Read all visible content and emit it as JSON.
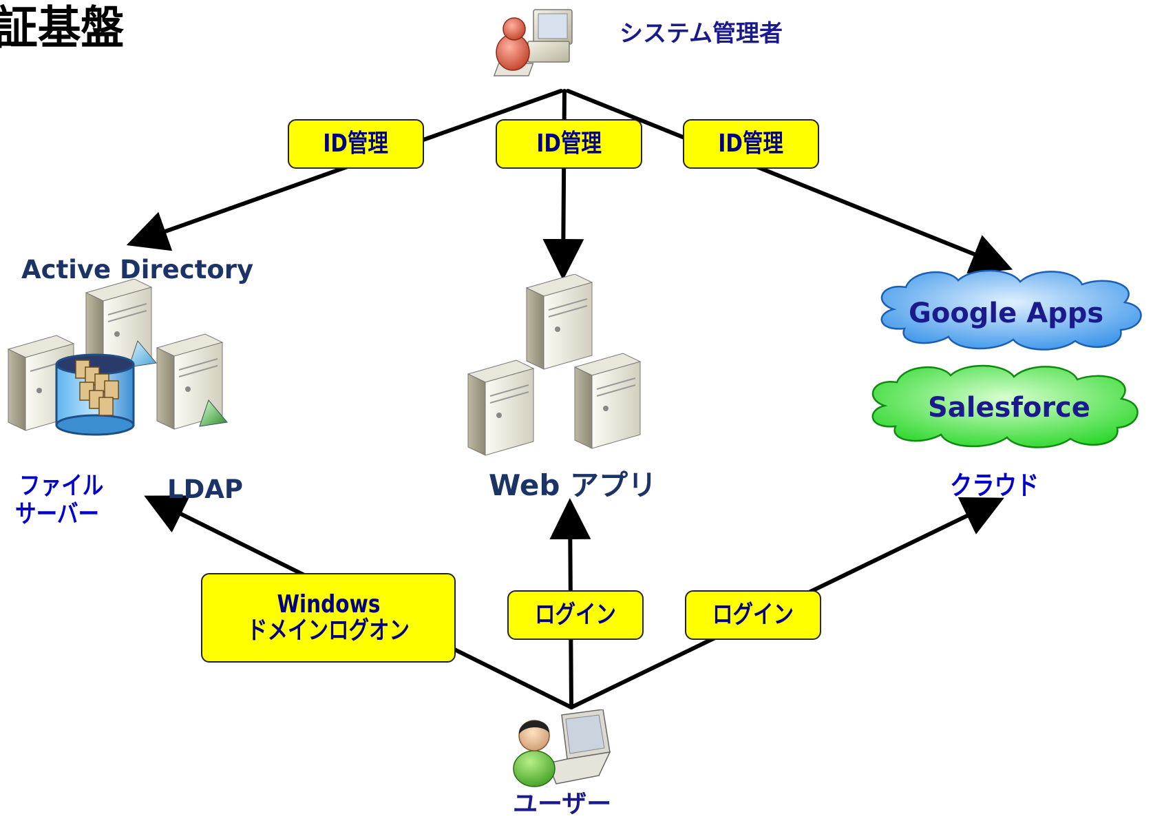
{
  "title_fragment": "証基盤",
  "admin": {
    "label": "システム管理者"
  },
  "user": {
    "label": "ユーザー"
  },
  "id_boxes": [
    {
      "label": "ID管理"
    },
    {
      "label": "ID管理"
    },
    {
      "label": "ID管理"
    }
  ],
  "login_boxes": {
    "windows": {
      "line1": "Windows",
      "line2": "ドメインログオン"
    },
    "web": {
      "label": "ログイン"
    },
    "cloud": {
      "label": "ログイン"
    }
  },
  "active_directory": {
    "title": "Active Directory",
    "file_server": {
      "line1": "ファイル",
      "line2": "サーバー"
    },
    "ldap": "LDAP"
  },
  "web_app": {
    "label": "Web アプリ"
  },
  "cloud": {
    "label": "クラウド",
    "services": [
      {
        "name": "Google Apps",
        "color": "#3d9cf0"
      },
      {
        "name": "Salesforce",
        "color": "#22dd22"
      }
    ]
  },
  "colors": {
    "box_fill": "#ffff00",
    "box_text": "#000080",
    "label_navy": "#1b3366",
    "cloud_text": "#1a1a8c",
    "label_blue": "#0000cc"
  }
}
